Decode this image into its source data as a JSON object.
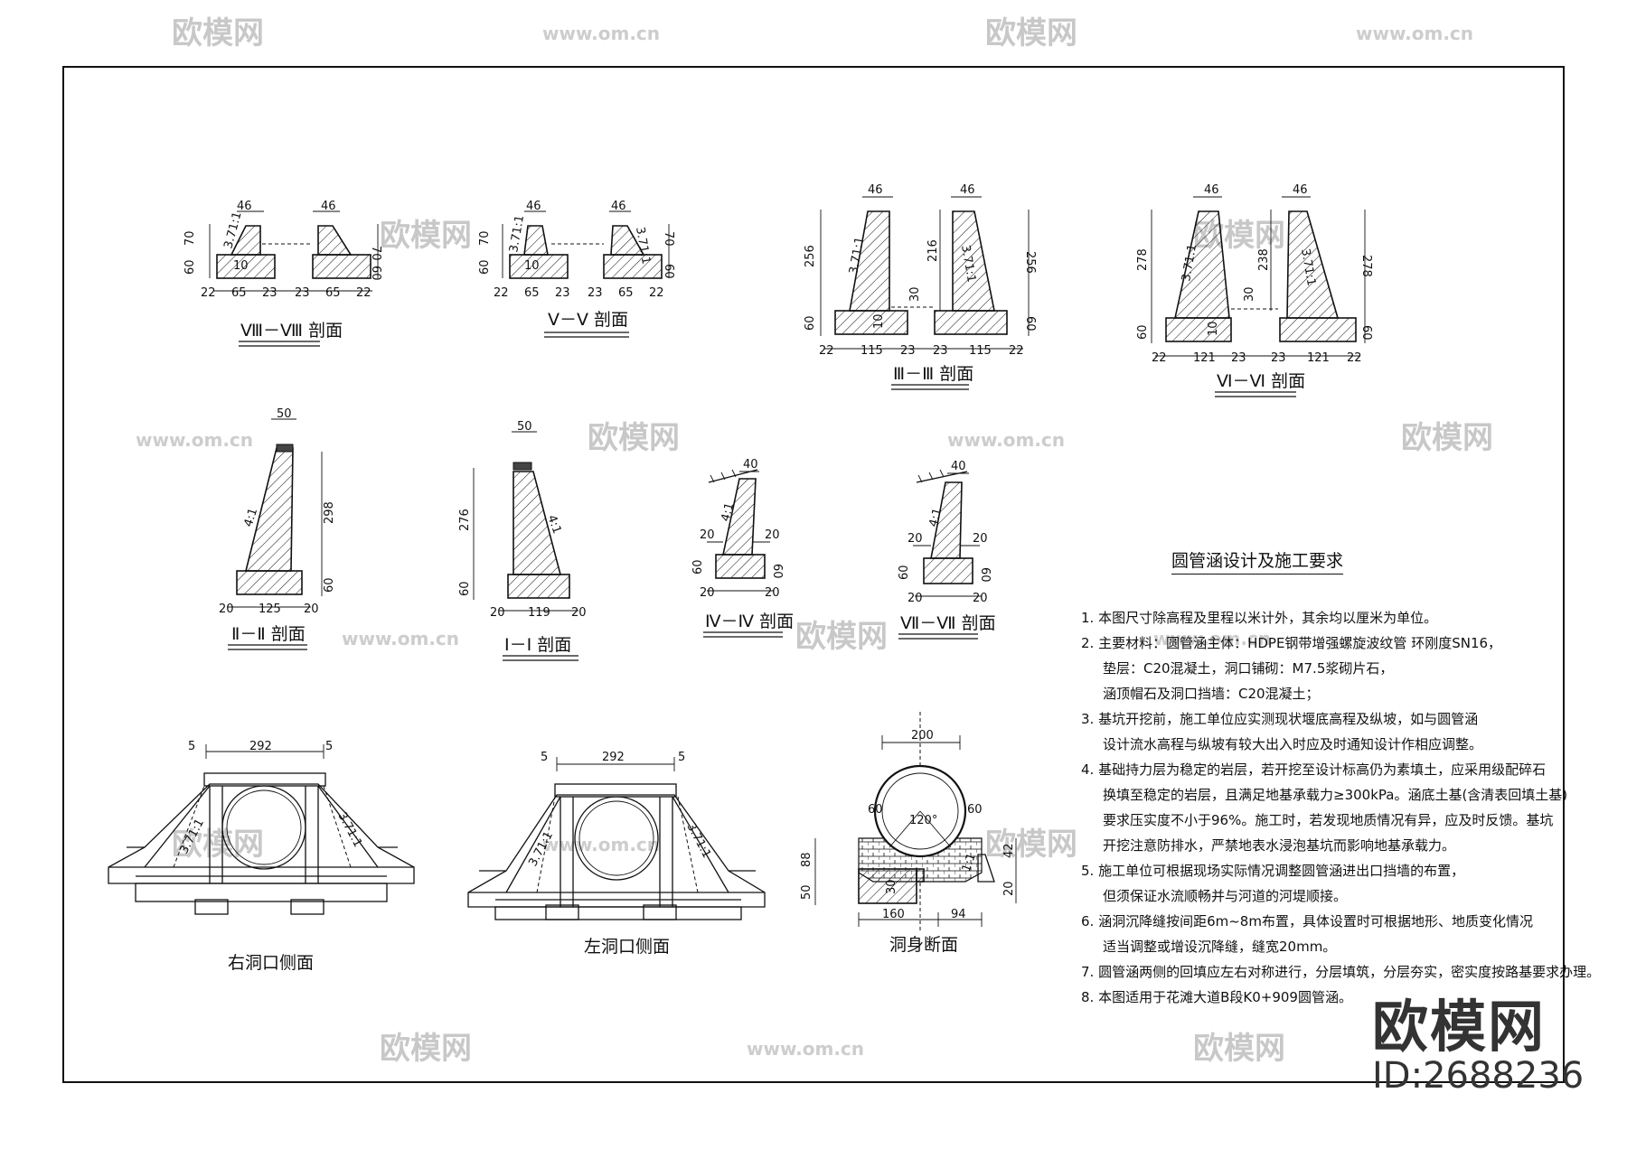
{
  "sections": {
    "viii": {
      "caption": "Ⅷ－Ⅷ 剖面",
      "dims": [
        "46",
        "46",
        "70",
        "60",
        "3.71:1",
        "10",
        "70",
        "60",
        "22",
        "65",
        "23",
        "23",
        "65",
        "22"
      ]
    },
    "v": {
      "caption": "Ⅴ－Ⅴ 剖面",
      "dims": [
        "46",
        "46",
        "70",
        "60",
        "3.71:1",
        "10",
        "3.71:1",
        "70",
        "60",
        "22",
        "65",
        "23",
        "23",
        "65",
        "22"
      ]
    },
    "iii": {
      "caption": "Ⅲ－Ⅲ 剖面",
      "dims": [
        "46",
        "46",
        "256",
        "60",
        "3.71:1",
        "216",
        "3.71:1",
        "256",
        "60",
        "30",
        "10",
        "22",
        "115",
        "23",
        "23",
        "115",
        "22"
      ]
    },
    "vi": {
      "caption": "Ⅵ－Ⅵ 剖面",
      "dims": [
        "46",
        "46",
        "278",
        "60",
        "3.71:1",
        "238",
        "3.71:1",
        "278",
        "60",
        "30",
        "10",
        "22",
        "121",
        "23",
        "23",
        "121",
        "22"
      ]
    },
    "ii": {
      "caption": "Ⅱ－Ⅱ 剖面",
      "dims": [
        "50",
        "4:1",
        "298",
        "60",
        "20",
        "125",
        "20"
      ]
    },
    "i": {
      "caption": "Ⅰ－Ⅰ 剖面",
      "dims": [
        "50",
        "276",
        "4:1",
        "60",
        "20",
        "119",
        "20"
      ]
    },
    "iv": {
      "caption": "Ⅳ－Ⅳ 剖面",
      "dims": [
        "40",
        "4:1",
        "20",
        "20",
        "60",
        "60",
        "20",
        "20"
      ]
    },
    "vii": {
      "caption": "Ⅶ－Ⅶ 剖面",
      "dims": [
        "40",
        "4:1",
        "20",
        "20",
        "60",
        "60",
        "20",
        "20"
      ]
    },
    "right_end": {
      "caption": "右洞口侧面",
      "dims": [
        "5",
        "292",
        "5",
        "3.71:1",
        "3.71:1"
      ]
    },
    "left_end": {
      "caption": "左洞口侧面",
      "dims": [
        "5",
        "292",
        "5",
        "3.71:1",
        "3.71:1"
      ]
    },
    "culvert": {
      "caption": "洞身断面",
      "dims": [
        "200",
        "60",
        "60",
        "120°",
        "88",
        "50",
        "42",
        "30",
        "20",
        "1:1",
        "160",
        "94"
      ]
    }
  },
  "notes": {
    "title": "圆管涵设计及施工要求",
    "lines": [
      {
        "text": "1. 本图尺寸除高程及里程以米计外，其余均以厘米为单位。",
        "indent": false
      },
      {
        "text": "2. 主要材料：圆管涵主体：HDPE钢带增强螺旋波纹管 环刚度SN16，",
        "indent": false
      },
      {
        "text": "垫层：C20混凝土，洞口铺砌：M7.5浆砌片石，",
        "indent": true
      },
      {
        "text": "涵顶帽石及洞口挡墙：C20混凝土；",
        "indent": true
      },
      {
        "text": "3. 基坑开挖前，施工单位应实测现状堰底高程及纵坡，如与圆管涵",
        "indent": false
      },
      {
        "text": "设计流水高程与纵坡有较大出入时应及时通知设计作相应调整。",
        "indent": true
      },
      {
        "text": "4. 基础持力层为稳定的岩层，若开挖至设计标高仍为素填土，应采用级配碎石",
        "indent": false
      },
      {
        "text": "换填至稳定的岩层，且满足地基承载力≥300kPa。涵底土基(含清表回填土基)",
        "indent": true
      },
      {
        "text": "要求压实度不小于96%。施工时，若发现地质情况有异，应及时反馈。基坑",
        "indent": true
      },
      {
        "text": "开挖注意防排水，严禁地表水浸泡基坑而影响地基承载力。",
        "indent": true
      },
      {
        "text": "5. 施工单位可根据现场实际情况调整圆管涵进出口挡墙的布置，",
        "indent": false
      },
      {
        "text": "但须保证水流顺畅并与河道的河堤顺接。",
        "indent": true
      },
      {
        "text": "6. 涵洞沉降缝按间距6m~8m布置，具体设置时可根据地形、地质变化情况",
        "indent": false
      },
      {
        "text": "适当调整或增设沉降缝，缝宽20mm。",
        "indent": true
      },
      {
        "text": "7. 圆管涵两侧的回填应左右对称进行，分层填筑，分层夯实，密实度按路基要求办理。",
        "indent": false
      },
      {
        "text": "8. 本图适用于花滩大道B段K0+909圆管涵。",
        "indent": false
      }
    ]
  },
  "watermark": {
    "brand": "欧模网",
    "url": "www.om.cn",
    "id": "ID:2688236"
  }
}
